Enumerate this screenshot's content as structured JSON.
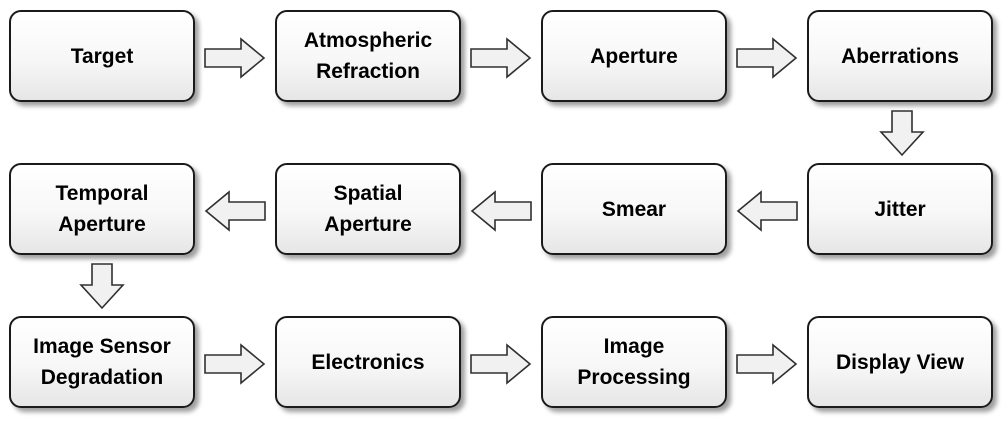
{
  "diagram": {
    "steps": [
      {
        "id": "target",
        "label": "Target"
      },
      {
        "id": "atmospheric-refraction",
        "label": "Atmospheric\nRefraction"
      },
      {
        "id": "aperture",
        "label": "Aperture"
      },
      {
        "id": "aberrations",
        "label": "Aberrations"
      },
      {
        "id": "jitter",
        "label": "Jitter"
      },
      {
        "id": "smear",
        "label": "Smear"
      },
      {
        "id": "spatial-aperture",
        "label": "Spatial\nAperture"
      },
      {
        "id": "temporal-aperture",
        "label": "Temporal\nAperture"
      },
      {
        "id": "image-sensor-degradation",
        "label": "Image Sensor\nDegradation"
      },
      {
        "id": "electronics",
        "label": "Electronics"
      },
      {
        "id": "image-processing",
        "label": "Image\nProcessing"
      },
      {
        "id": "display-view",
        "label": "Display View"
      }
    ],
    "flow": [
      {
        "from": "target",
        "to": "atmospheric-refraction",
        "direction": "right"
      },
      {
        "from": "atmospheric-refraction",
        "to": "aperture",
        "direction": "right"
      },
      {
        "from": "aperture",
        "to": "aberrations",
        "direction": "right"
      },
      {
        "from": "aberrations",
        "to": "jitter",
        "direction": "down"
      },
      {
        "from": "jitter",
        "to": "smear",
        "direction": "left"
      },
      {
        "from": "smear",
        "to": "spatial-aperture",
        "direction": "left"
      },
      {
        "from": "spatial-aperture",
        "to": "temporal-aperture",
        "direction": "left"
      },
      {
        "from": "temporal-aperture",
        "to": "image-sensor-degradation",
        "direction": "down"
      },
      {
        "from": "image-sensor-degradation",
        "to": "electronics",
        "direction": "right"
      },
      {
        "from": "electronics",
        "to": "image-processing",
        "direction": "right"
      },
      {
        "from": "image-processing",
        "to": "display-view",
        "direction": "right"
      }
    ]
  }
}
